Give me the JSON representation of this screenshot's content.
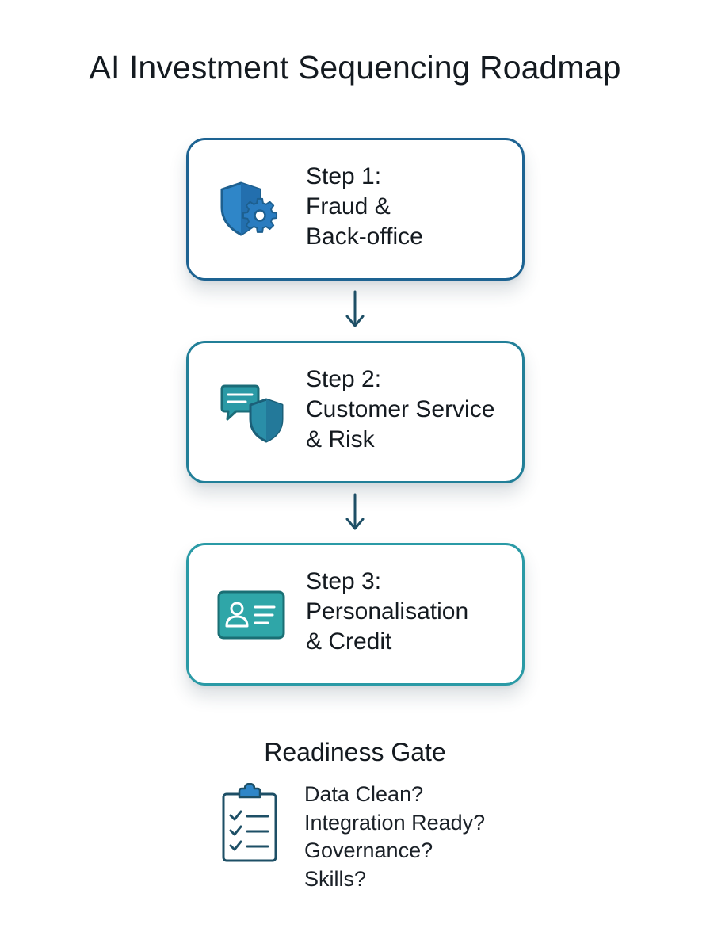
{
  "title": "AI Investment Sequencing Roadmap",
  "steps": [
    {
      "lines": [
        "Step 1:",
        "Fraud &",
        "Back-office"
      ],
      "icon": "shield-gear-icon"
    },
    {
      "lines": [
        "Step 2:",
        "Customer Service",
        "& Risk"
      ],
      "icon": "chat-shield-icon"
    },
    {
      "lines": [
        "Step 3:",
        "Personalisation",
        "& Credit"
      ],
      "icon": "id-card-icon"
    }
  ],
  "gate": {
    "title": "Readiness Gate",
    "icon": "clipboard-checklist-icon",
    "items": [
      "Data Clean?",
      "Integration Ready?",
      "Governance?",
      "Skills?"
    ]
  },
  "colors": {
    "step1": "#1d6392",
    "step2": "#227f98",
    "step3": "#2a9aa6",
    "arrow": "#1e4f66"
  }
}
